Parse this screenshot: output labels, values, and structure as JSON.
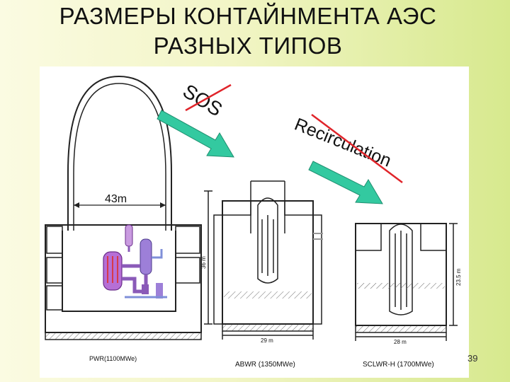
{
  "slide": {
    "title_line1": "РАЗМЕРЫ КОНТАЙНМЕНТА АЭС",
    "title_line2": "РАЗНЫХ ТИПОВ",
    "page_number": "39"
  },
  "figure": {
    "annotations": {
      "sos": "SOS",
      "recirculation": "Recirculation"
    },
    "pwr": {
      "dimension_width": "43m",
      "caption": "PWR(1100MWe)"
    },
    "abwr": {
      "dimension_height": "36 m",
      "dimension_width": "29 m",
      "caption": "ABWR (1350MWe)"
    },
    "sclwr": {
      "dimension_height": "23.5 m",
      "dimension_width": "28 m",
      "caption": "SCLWR-H (1700MWe)"
    },
    "colors": {
      "arrow": "#33c9a0",
      "strike": "#e0242a",
      "pwr_primary": "#b66fd6",
      "pwr_secondary": "#7f8fd8"
    }
  }
}
